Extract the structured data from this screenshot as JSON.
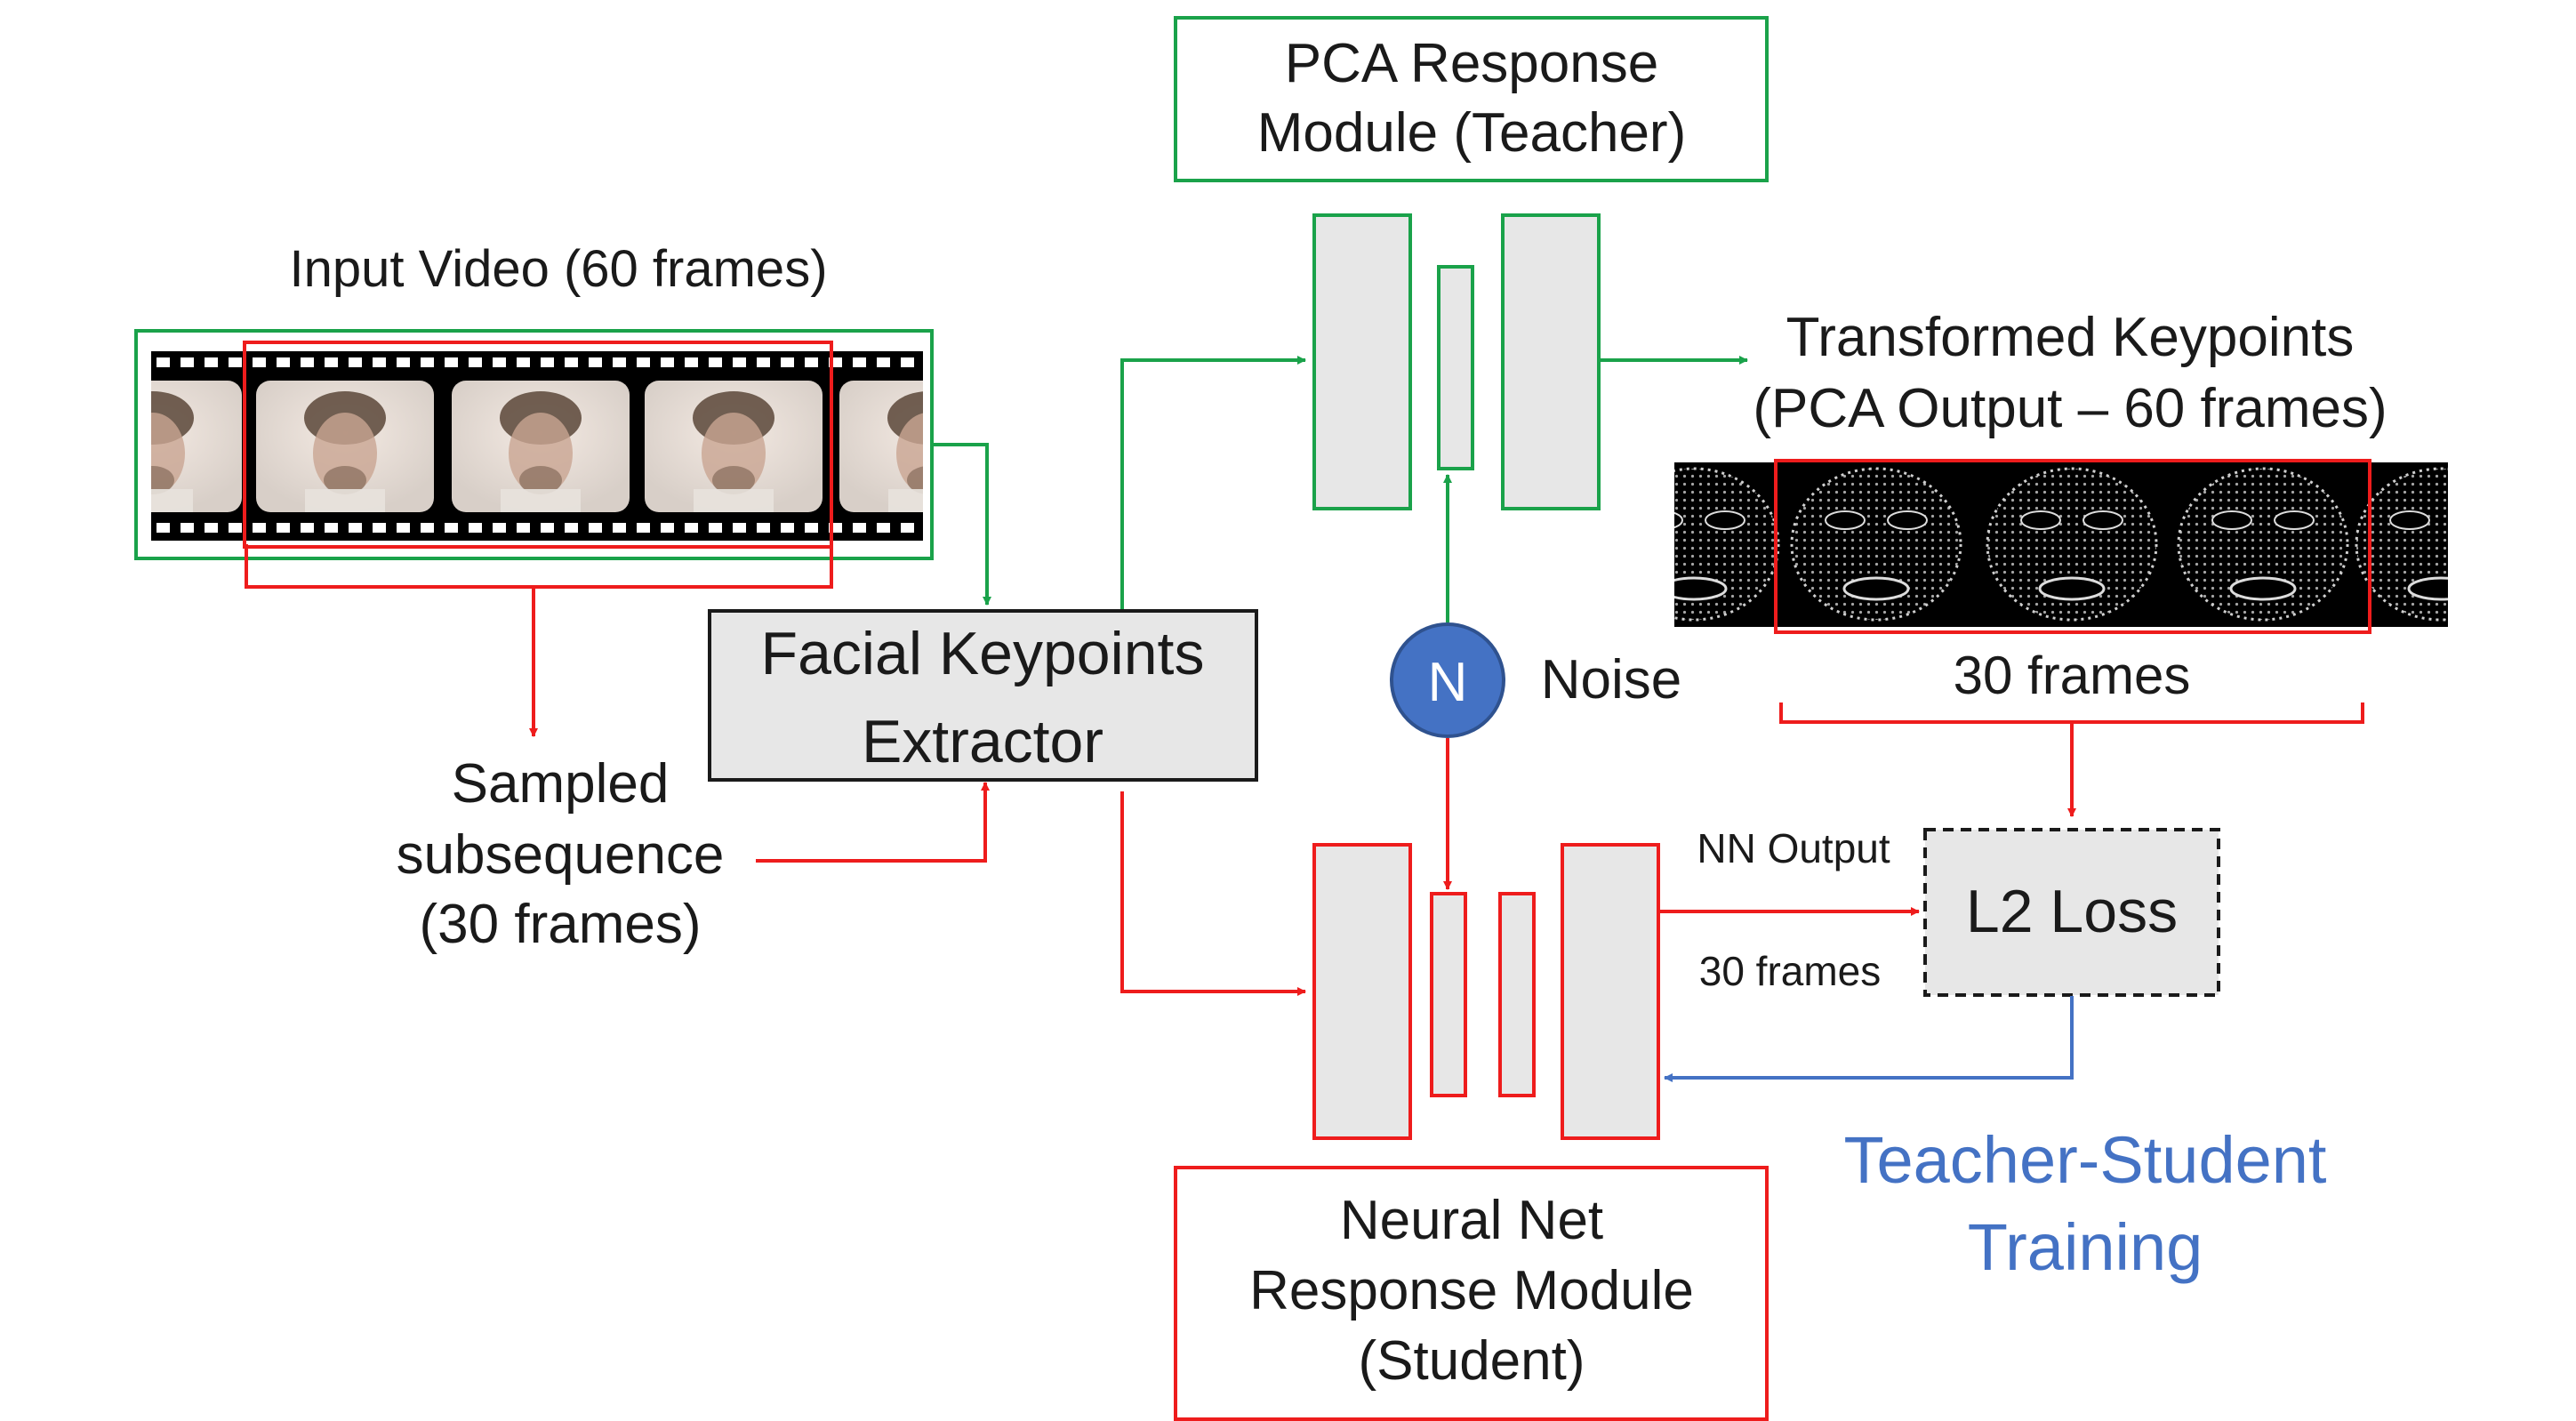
{
  "colors": {
    "teacher": "#1aa24a",
    "student": "#ee1c1c",
    "feedback": "#4472c4",
    "block_fill": "#e7e7e7",
    "noise_fill": "#4472c4",
    "caption_blue": "#4472c4"
  },
  "labels": {
    "input_video": "Input Video (60 frames)",
    "pca_module_line1": "PCA Response",
    "pca_module_line2": "Module (Teacher)",
    "transformed_line1": "Transformed Keypoints",
    "transformed_line2": "(PCA Output – 60 frames)",
    "extractor_line1": "Facial Keypoints",
    "extractor_line2": "Extractor",
    "noise_symbol": "N",
    "noise": "Noise",
    "frames_30": "30 frames",
    "sampled_line1": "Sampled",
    "sampled_line2": "subsequence",
    "sampled_line3": "(30 frames)",
    "nn_output": "NN Output",
    "nn_frames": "30 frames",
    "l2_loss": "L2 Loss",
    "student_line1": "Neural Net",
    "student_line2": "Response Module",
    "student_line3": "(Student)",
    "ts_line1": "Teacher-Student",
    "ts_line2": "Training"
  },
  "icons": [
    "film-strip-face-image",
    "keypoint-mesh-image",
    "noise-node-icon"
  ]
}
